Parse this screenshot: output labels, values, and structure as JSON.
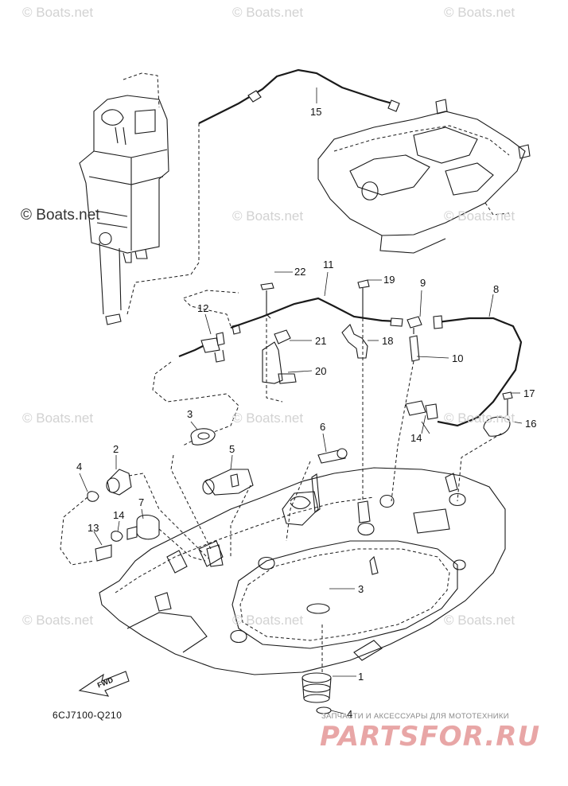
{
  "watermarks": {
    "top_left": "© Boats.net",
    "top_center": "© Boats.net",
    "top_right": "© Boats.net",
    "mid_left_dark": "© Boats.net",
    "mid_center": "© Boats.net",
    "mid_right": "© Boats.net",
    "lower_left": "© Boats.net",
    "lower_center": "© Boats.net",
    "lower_right": "© Boats.net",
    "bottom_left": "© Boats.net",
    "bottom_center": "© Boats.net",
    "bottom_right": "© Boats.net"
  },
  "callouts": {
    "c1": "1",
    "c2": "2",
    "c3a": "3",
    "c3b": "3",
    "c4a": "4",
    "c4b": "4",
    "c5": "5",
    "c6": "6",
    "c7": "7",
    "c8": "8",
    "c9": "9",
    "c10": "10",
    "c11": "11",
    "c12": "12",
    "c13": "13",
    "c14a": "14",
    "c14b": "14",
    "c15": "15",
    "c16": "16",
    "c17": "17",
    "c18": "18",
    "c19": "19",
    "c20": "20",
    "c21": "21",
    "c22": "22"
  },
  "fwd_label": "FWD",
  "diagram_code": "6CJ7100-Q210",
  "brand": {
    "tagline": "ЗАПЧАСТИ И АКСЕССУАРЫ ДЛЯ МОТОТЕХНИКИ",
    "logo": "PARTSFOR.RU"
  }
}
